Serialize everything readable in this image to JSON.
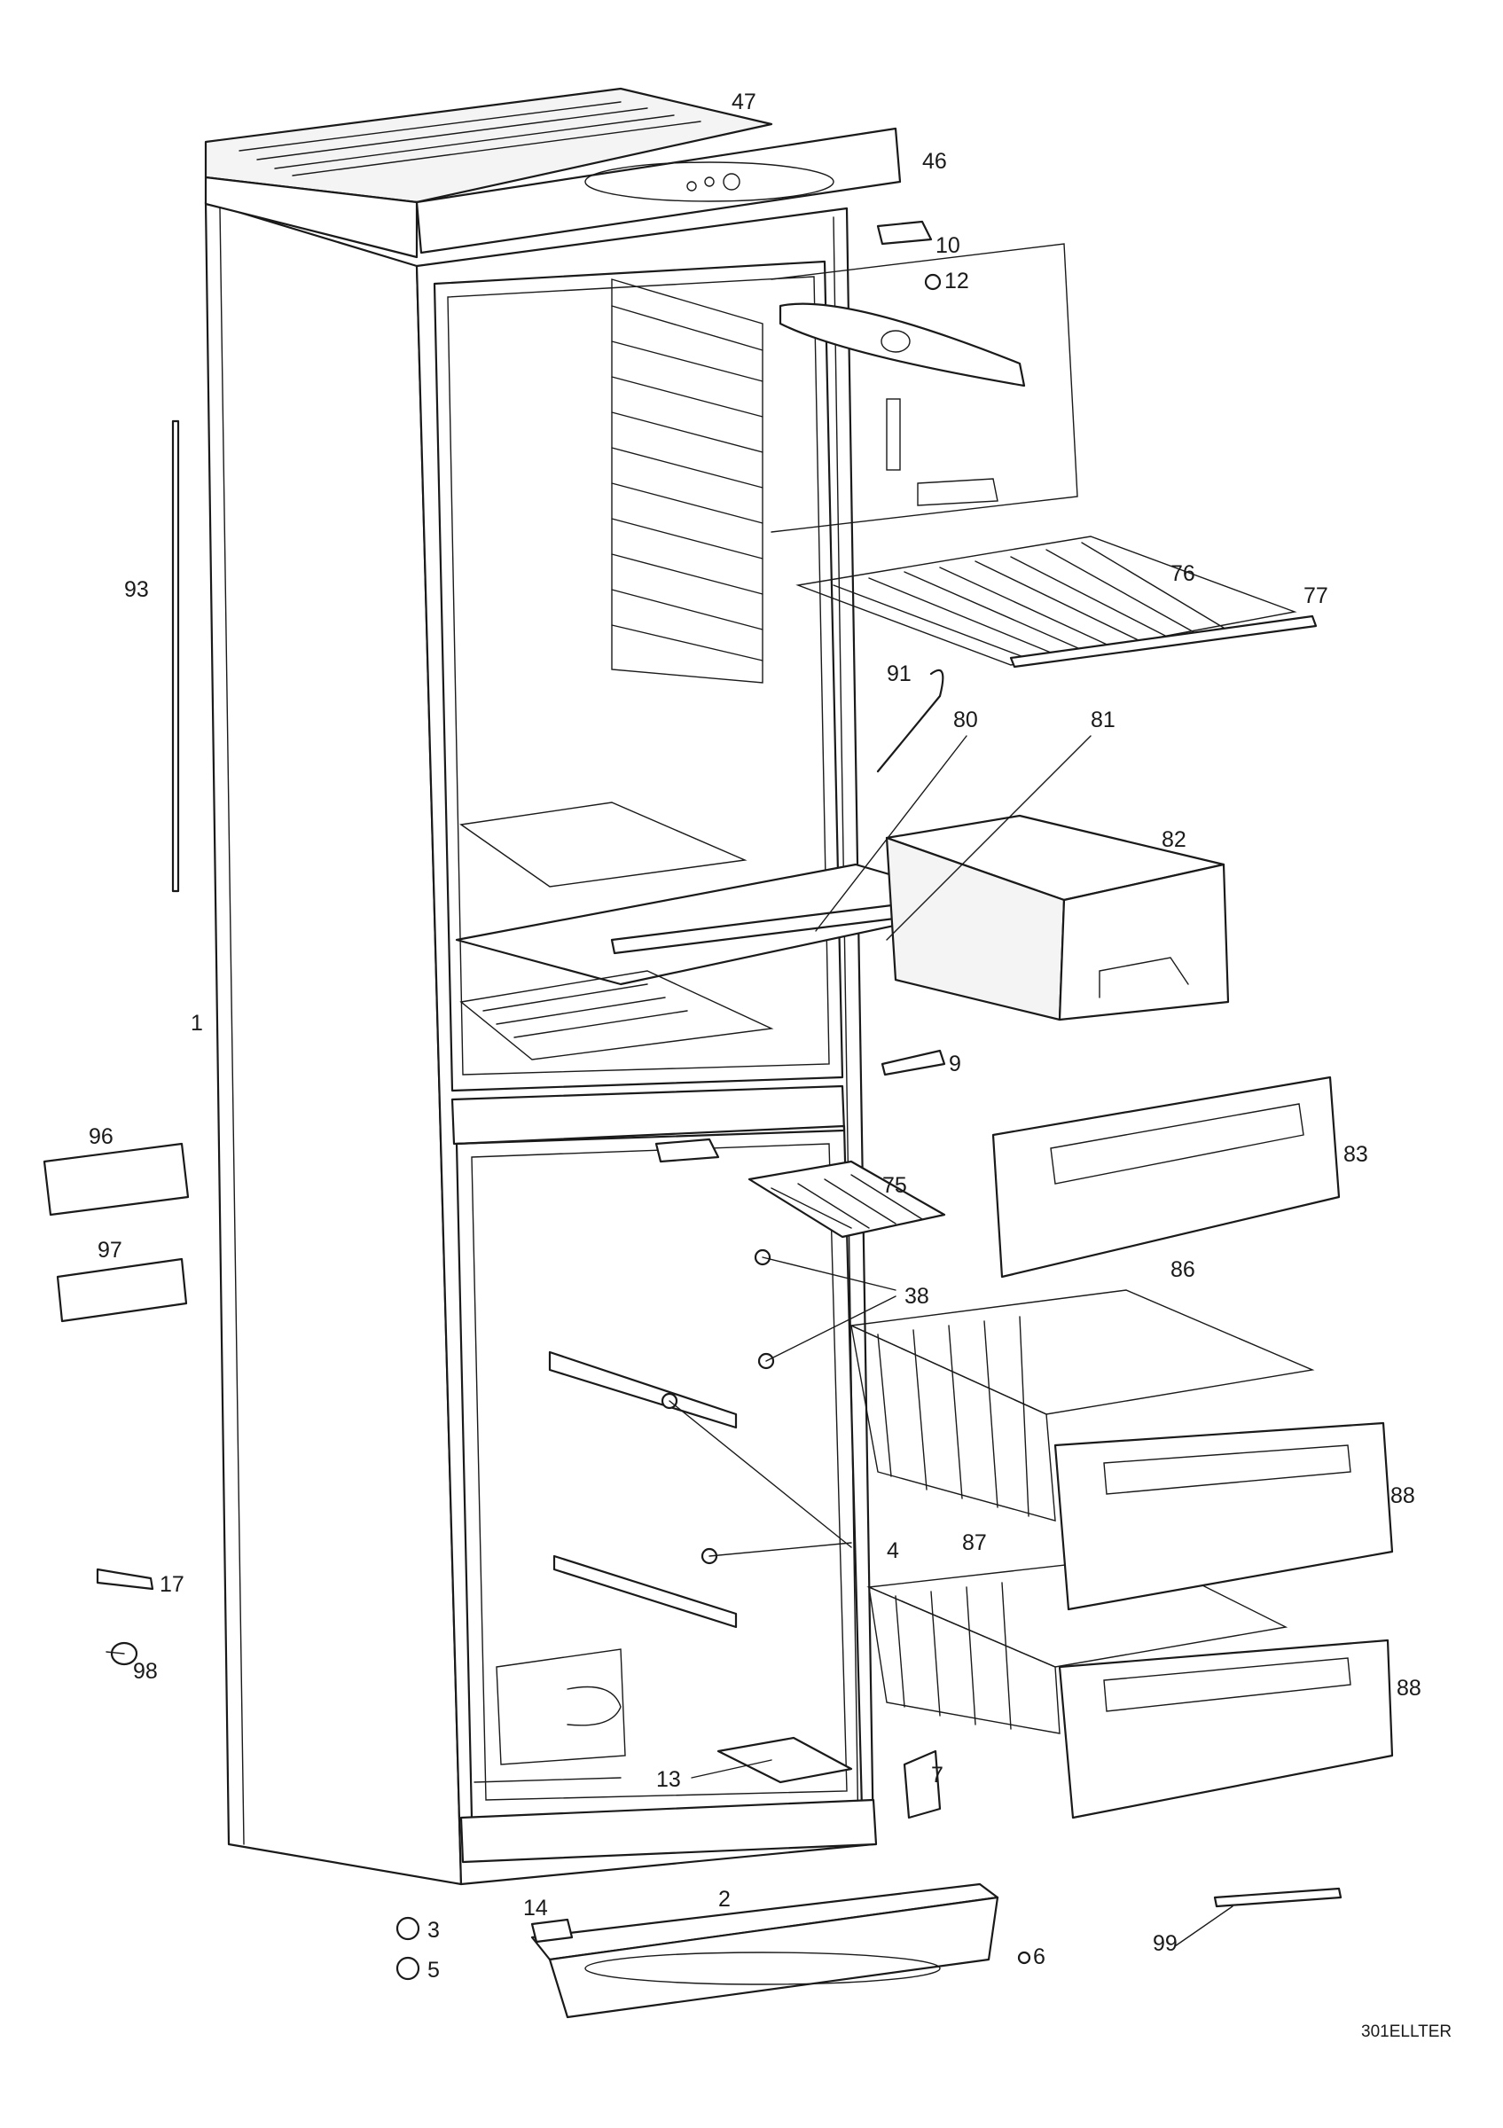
{
  "callouts": [
    "1",
    "2",
    "3",
    "4",
    "5",
    "6",
    "7",
    "9",
    "10",
    "12",
    "13",
    "14",
    "17",
    "38",
    "46",
    "47",
    "75",
    "76",
    "77",
    "80",
    "81",
    "82",
    "83",
    "86",
    "87",
    "88",
    "88",
    "91",
    "93",
    "96",
    "97",
    "98",
    "99"
  ],
  "drawing_code": "301ELLTER"
}
